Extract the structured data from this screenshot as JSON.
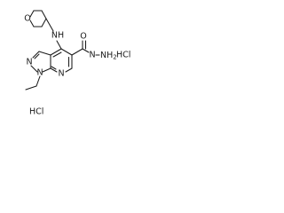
{
  "molecule": {
    "atoms": {
      "ring_oxygen": "O",
      "amine_nh": "NH",
      "pyrazole_n1": "N",
      "pyrazole_n2": "N",
      "pyridine_n": "N",
      "carbonyl_oxygen": "O",
      "hydrazide_n1": "N",
      "hydrazide_n2": "NH",
      "hydrazide_n2_h_count": "2"
    },
    "salts": {
      "first": "HCl",
      "second": "HCl"
    }
  }
}
